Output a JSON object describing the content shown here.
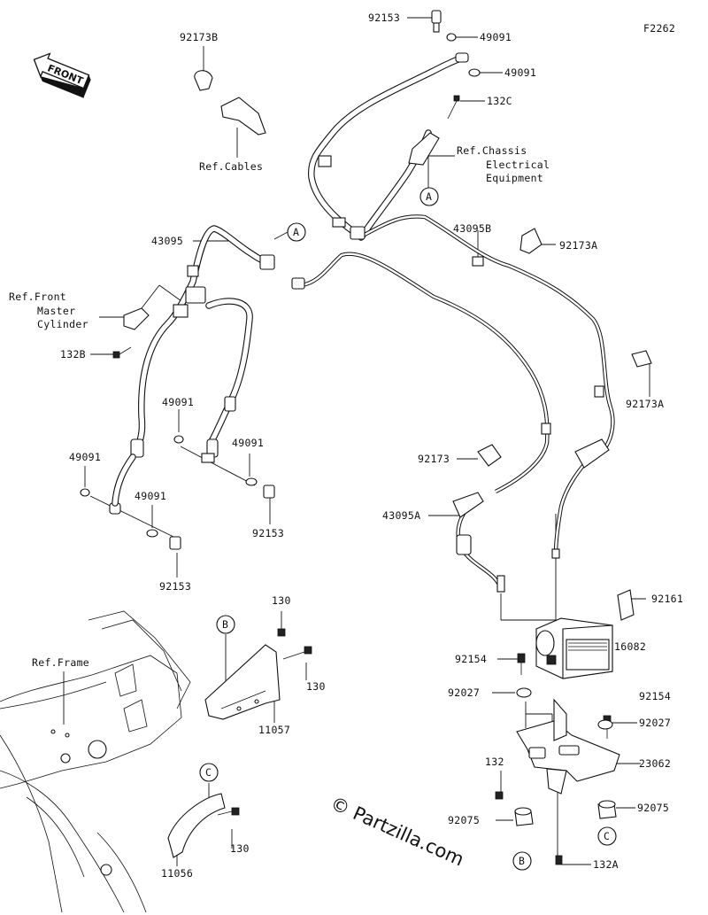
{
  "figure_code": "F2262",
  "direction_label": "FRONT",
  "watermark": "© Partzilla.com",
  "callouts": [
    {
      "id": "A",
      "name": "callout-a-upper"
    },
    {
      "id": "A",
      "name": "callout-a-lower"
    },
    {
      "id": "B",
      "name": "callout-b-frame"
    },
    {
      "id": "B",
      "name": "callout-b-abs"
    },
    {
      "id": "C",
      "name": "callout-c-frame"
    },
    {
      "id": "C",
      "name": "callout-c-abs"
    }
  ],
  "labels": {
    "p92153_top": "92153",
    "p49091_top1": "49091",
    "p49091_top2": "49091",
    "p132c": "132C",
    "ref_chassis_1": "Ref.Chassis",
    "ref_chassis_2": "Electrical",
    "ref_chassis_3": "Equipment",
    "p92173b": "92173B",
    "ref_cables": "Ref.Cables",
    "p43095": "43095",
    "p43095b": "43095B",
    "p92173a_1": "92173A",
    "p92173a_2": "92173A",
    "ref_front_1": "Ref.Front",
    "ref_front_2": "Master",
    "ref_front_3": "Cylinder",
    "p132b": "132B",
    "p49091_l1": "49091",
    "p49091_l2": "49091",
    "p49091_l3": "49091",
    "p49091_l4": "49091",
    "p92173": "92173",
    "p43095a": "43095A",
    "p92153_l1": "92153",
    "p92153_l2": "92153",
    "p130_a": "130",
    "p130_b": "130",
    "p130_c": "130",
    "ref_frame": "Ref.Frame",
    "p11057": "11057",
    "p11056": "11056",
    "p92161": "92161",
    "p16082": "16082",
    "p92154_l": "92154",
    "p92154_r": "92154",
    "p92027_l": "92027",
    "p92027_r": "92027",
    "p23062": "23062",
    "p132": "132",
    "p92075_l": "92075",
    "p92075_r": "92075",
    "p132a": "132A"
  }
}
